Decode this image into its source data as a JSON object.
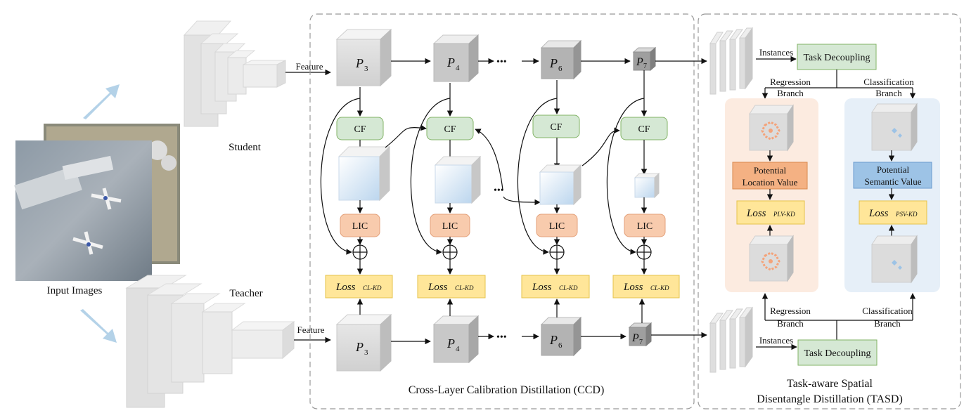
{
  "labels": {
    "student": "Student",
    "teacher": "Teacher",
    "input_images": "Input Images",
    "feature_student": "Feature",
    "feature_teacher": "Feature",
    "p3": "P",
    "p3_sub": "3",
    "p4": "P",
    "p4_sub": "4",
    "p6": "P",
    "p6_sub": "6",
    "p7": "P",
    "p7_sub": "7",
    "dots": "•••",
    "cf": "CF",
    "lic": "LIC",
    "loss": "Loss",
    "loss_cl_sub": "CL-KD",
    "ccd_title": "Cross-Layer Calibration Distillation (CCD)",
    "tasd_title_1": "Task-aware Spatial",
    "tasd_title_2": "Disentangle Distillation (TASD)",
    "instances_top": "Instances",
    "instances_bottom": "Instances",
    "task_decoupling_top": "Task Decoupling",
    "task_decoupling_bottom": "Task Decoupling",
    "regression": "Regression",
    "classification": "Classification",
    "branch": "Branch",
    "plv_1": "Potential",
    "plv_2": "Location Value",
    "psv_1": "Potential",
    "psv_2": "Semantic Value",
    "loss_plv_sub": "PLV-KD",
    "loss_psv_sub": "PSV-KD"
  },
  "colors": {
    "cf_fill": "#d5e8d4",
    "cf_stroke": "#82b366",
    "lic_fill": "#f8cbad",
    "lic_stroke": "#e3a07a",
    "loss_fill": "#ffe699",
    "loss_stroke": "#e6c34a",
    "plv_fill": "#f4b183",
    "psv_fill": "#9dc3e6",
    "reg_panel": "#fcebe0",
    "cls_panel": "#e6eff8",
    "arrow_blue": "#b4d2e8"
  }
}
